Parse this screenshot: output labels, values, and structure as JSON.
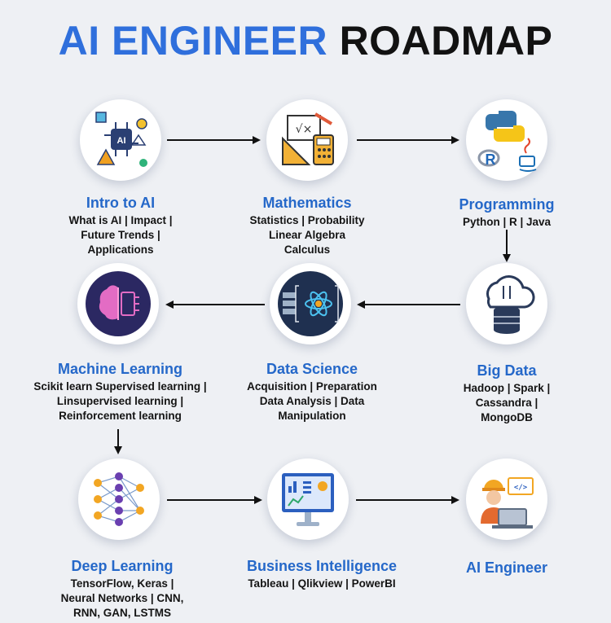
{
  "title": {
    "part1": "AI ENGINEER",
    "part2": "ROADMAP"
  },
  "nodes": {
    "intro": {
      "title": "Intro to AI",
      "lines": [
        "What is AI | Impact |",
        "Future Trends |",
        "Applications"
      ]
    },
    "math": {
      "title": "Mathematics",
      "lines": [
        "Statistics | Probability",
        "Linear Algebra",
        "Calculus"
      ]
    },
    "prog": {
      "title": "Programming",
      "lines": [
        "Python | R | Java"
      ]
    },
    "ml": {
      "title": "Machine Learning",
      "lines": [
        "Scikit learn Supervised learning |",
        "Linsupervised learning |",
        "Reinforcement learning"
      ]
    },
    "ds": {
      "title": "Data Science",
      "lines": [
        "Acquisition | Preparation",
        "Data Analysis | Data",
        "Manipulation"
      ]
    },
    "bigdata": {
      "title": "Big Data",
      "lines": [
        "Hadoop | Spark |",
        "Cassandra |",
        "MongoDB"
      ]
    },
    "dl": {
      "title": "Deep Learning",
      "lines": [
        "TensorFlow, Keras |",
        "Neural Networks | CNN,",
        "RNN, GAN, LSTMS"
      ]
    },
    "bi": {
      "title": "Business Intelligence",
      "lines": [
        "Tableau | Qlikview | PowerBI"
      ]
    },
    "aieng": {
      "title": "AI Engineer",
      "lines": []
    }
  },
  "icons": {
    "intro": "ai-chip-icon",
    "math": "math-tools-icon",
    "prog": "python-r-java-icon",
    "ml": "brain-chip-icon",
    "ds": "data-atom-icon",
    "bigdata": "cloud-database-icon",
    "dl": "neural-network-icon",
    "bi": "dashboard-icon",
    "aieng": "engineer-icon"
  },
  "colors": {
    "title_blue": "#2f6fdc",
    "title_black": "#121212",
    "node_title": "#2568c9",
    "arrow": "#111111"
  }
}
